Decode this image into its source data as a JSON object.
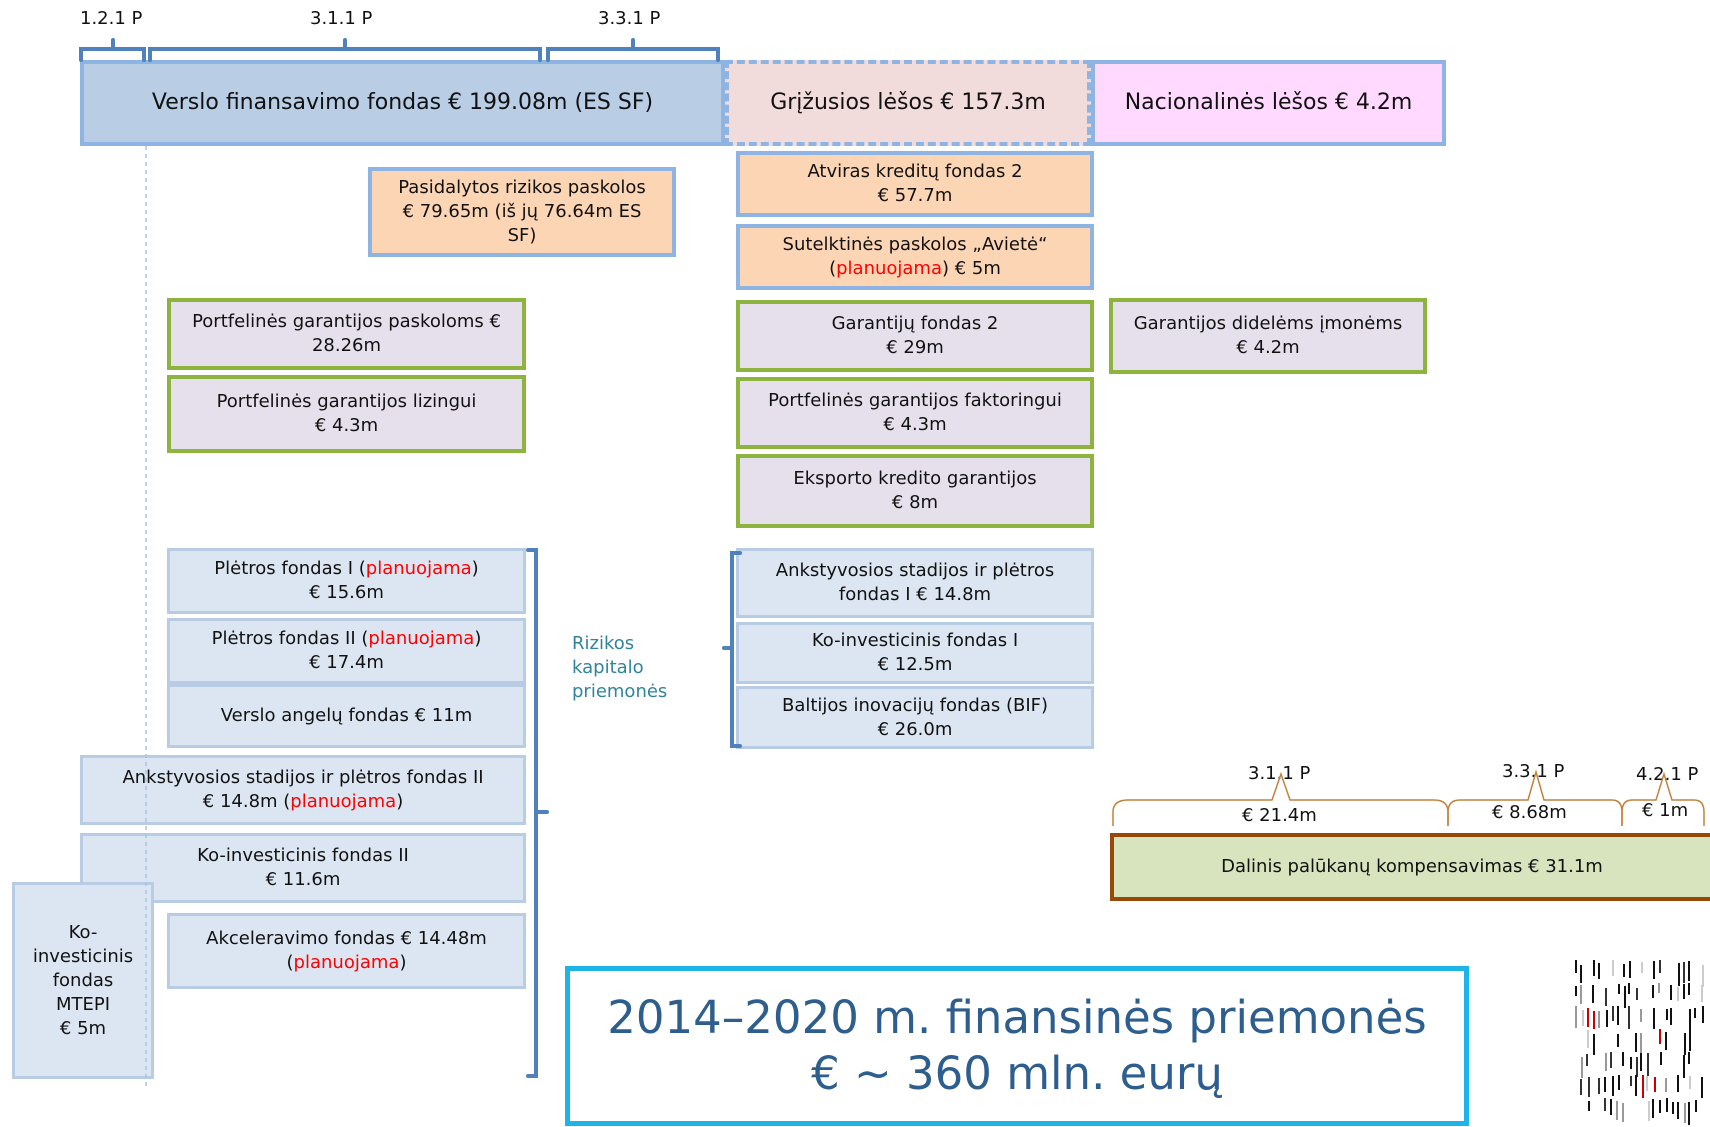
{
  "program_labels": {
    "p121": "1.2.1 P",
    "p311": "3.1.1 P",
    "p331": "3.3.1 P"
  },
  "top_row": {
    "verslo": "Verslo finansavimo fondas € 199.08m (ES SF)",
    "grizusios": "Grįžusios lėšos € 157.3m",
    "nacionalines": "Nacionalinės lėšos € 4.2m"
  },
  "loans": {
    "pasidalytos": [
      "Pasidalytos rizikos paskolos",
      "€ 79.65m (iš jų 76.64m ES",
      "SF)"
    ],
    "atviras": [
      "Atviras kreditų fondas 2",
      "€ 57.7m"
    ],
    "sutelktines_line1": "Sutelktinės paskolos „Avietė“",
    "sutelktines_open": "(",
    "sutelktines_planned": "planuojama",
    "sutelktines_rest": ") € 5m"
  },
  "guarantees": {
    "portfelines_paskoloms": [
      "Portfelinės garantijos paskoloms €",
      "28.26m"
    ],
    "portfelines_lizingui": [
      "Portfelinės garantijos lizingui",
      "€ 4.3m"
    ],
    "garantiju_fondas": [
      "Garantijų fondas 2",
      "€ 29m"
    ],
    "faktoringui": [
      "Portfelinės garantijos faktoringui",
      "€ 4.3m"
    ],
    "eksporto": [
      "Eksporto kredito garantijos",
      "€ 8m"
    ],
    "didelems": [
      "Garantijos didelėms įmonėms",
      "€ 4.2m"
    ]
  },
  "venture": {
    "pletros1_name": "Plėtros fondas I (",
    "pletros1_planned": "planuojama",
    "pletros1_close": ")",
    "pletros1_amount": "€ 15.6m",
    "pletros2_name": "Plėtros fondas II (",
    "pletros2_planned": "planuojama",
    "pletros2_close": ")",
    "pletros2_amount": "€ 17.4m",
    "angelu": "Verslo angelų fondas € 11m",
    "ankstyvosios2_line1": "Ankstyvosios stadijos ir plėtros fondas II",
    "ankstyvosios2_amount": "€ 14.8m (",
    "ankstyvosios2_planned": "planuojama",
    "ankstyvosios2_close": ")",
    "koinv2": [
      "Ko-investicinis fondas II",
      "€ 11.6m"
    ],
    "akceleravimo_line1": "Akceleravimo fondas € 14.48m",
    "akceleravimo_open": "(",
    "akceleravimo_planned": "planuojama",
    "akceleravimo_close": ")",
    "mtepi": [
      "Ko-",
      "investicinis",
      "fondas",
      "MTEPI",
      "€ 5m"
    ],
    "ankstyvosios1": [
      "Ankstyvosios stadijos ir plėtros",
      "fondas I € 14.8m"
    ],
    "koinv1": [
      "Ko-investicinis fondas I",
      "€ 12.5m"
    ],
    "bif": [
      "Baltijos inovacijų fondas (BIF)",
      "€ 26.0m"
    ],
    "rizikos_label": [
      "Rizikos",
      "kapitalo",
      "priemonės"
    ]
  },
  "interest": {
    "labels": [
      "3.1.1 P",
      "3.3.1 P",
      "4.2.1 P"
    ],
    "amounts": [
      "€ 21.4m",
      "€ 8.68m",
      "€ 1m"
    ],
    "box": "Dalinis palūkanų kompensavimas € 31.1m"
  },
  "title": [
    "2014–2020 m. finansinės priemonės",
    "€ ~ 360 mln. eurų"
  ]
}
